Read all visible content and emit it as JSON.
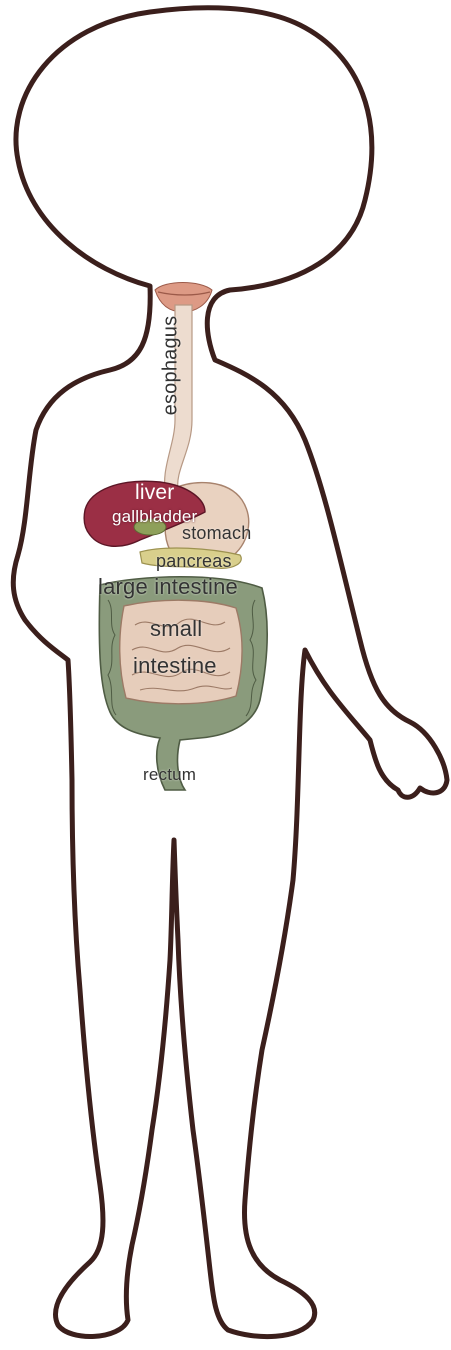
{
  "labels": {
    "esophagus": "esophagus",
    "liver": "liver",
    "gallbladder": "gallbladder",
    "stomach": "stomach",
    "pancreas": "pancreas",
    "large_intestine": "large intestine",
    "small_intestine_line1": "small",
    "small_intestine_line2": "intestine",
    "rectum": "rectum"
  },
  "colors": {
    "outline": "#3b1f1c",
    "liver": "#9b2f45",
    "stomach": "#e9d2c0",
    "esophagus": "#eddccf",
    "pancreas": "#d9cf8c",
    "large_intestine": "#8a9b7c",
    "small_intestine": "#e6cdbb",
    "mouth": "#dd9a85",
    "text": "#333333"
  }
}
